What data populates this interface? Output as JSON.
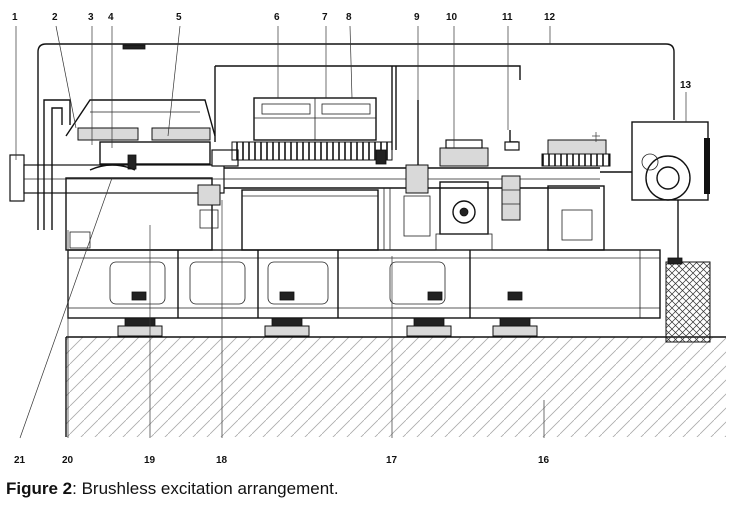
{
  "labels": {
    "n1": "1",
    "n2": "2",
    "n3": "3",
    "n4": "4",
    "n5": "5",
    "n6": "6",
    "n7": "7",
    "n8": "8",
    "n9": "9",
    "n10": "10",
    "n11": "11",
    "n12": "12",
    "n13": "13",
    "n16": "16",
    "n17": "17",
    "n18": "18",
    "n19": "19",
    "n20": "20",
    "n21": "21"
  },
  "caption": {
    "prefix": "Figure 2",
    "text": ": Brushless excitation arrangement."
  }
}
